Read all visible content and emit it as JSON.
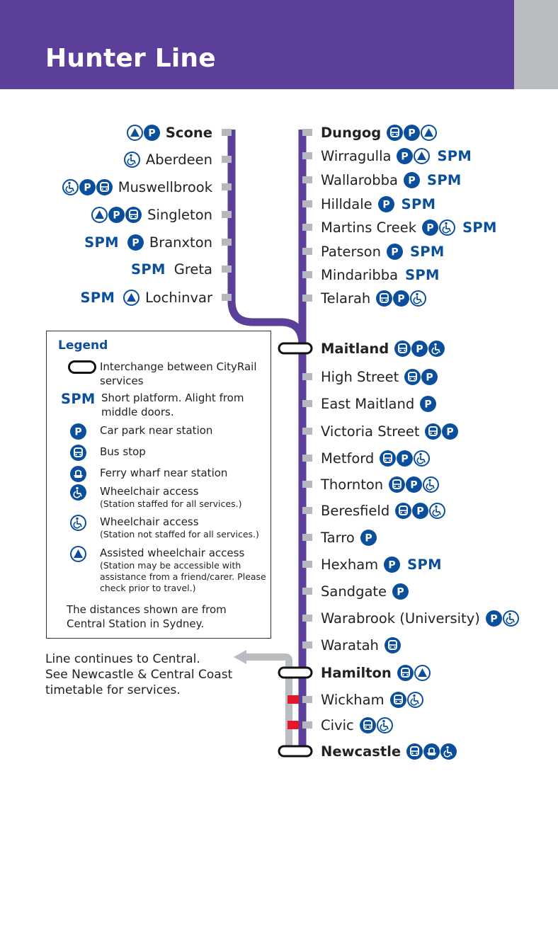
{
  "header": {
    "title": "Hunter Line"
  },
  "colors": {
    "line": "#5b3f9a",
    "connector": "#b9bcc1",
    "tick": "#b5b8bd",
    "icon": "#0b4f9c",
    "platform": "#e3172b"
  },
  "spm_label": "SPM",
  "left_branch": [
    {
      "name": "Scone",
      "bold": true,
      "icons": [
        "assisted-wheelchair",
        "parking"
      ],
      "spm": false
    },
    {
      "name": "Aberdeen",
      "bold": false,
      "icons": [
        "wheelchair-unstaffed"
      ],
      "spm": false
    },
    {
      "name": "Muswellbrook",
      "bold": false,
      "icons": [
        "wheelchair-unstaffed",
        "parking",
        "bus"
      ],
      "spm": false
    },
    {
      "name": "Singleton",
      "bold": false,
      "icons": [
        "assisted-wheelchair",
        "parking",
        "bus"
      ],
      "spm": false
    },
    {
      "name": "Branxton",
      "bold": false,
      "icons": [
        "parking"
      ],
      "spm": true
    },
    {
      "name": "Greta",
      "bold": false,
      "icons": [],
      "spm": true
    },
    {
      "name": "Lochinvar",
      "bold": false,
      "icons": [
        "assisted-wheelchair"
      ],
      "spm": true
    }
  ],
  "main_line": [
    {
      "name": "Dungog",
      "bold": true,
      "icons": [
        "bus",
        "parking",
        "assisted-wheelchair"
      ],
      "spm": false,
      "stop": "tick"
    },
    {
      "name": "Wirragulla",
      "bold": false,
      "icons": [
        "parking",
        "assisted-wheelchair"
      ],
      "spm": true,
      "stop": "tick"
    },
    {
      "name": "Wallarobba",
      "bold": false,
      "icons": [
        "parking"
      ],
      "spm": true,
      "stop": "tick"
    },
    {
      "name": "Hilldale",
      "bold": false,
      "icons": [
        "parking"
      ],
      "spm": true,
      "stop": "tick"
    },
    {
      "name": "Martins Creek",
      "bold": false,
      "icons": [
        "parking",
        "wheelchair-unstaffed"
      ],
      "spm": true,
      "stop": "tick"
    },
    {
      "name": "Paterson",
      "bold": false,
      "icons": [
        "parking"
      ],
      "spm": true,
      "stop": "tick"
    },
    {
      "name": "Mindaribba",
      "bold": false,
      "icons": [],
      "spm": true,
      "stop": "tick"
    },
    {
      "name": "Telarah",
      "bold": false,
      "icons": [
        "bus",
        "parking",
        "wheelchair-unstaffed"
      ],
      "spm": false,
      "stop": "tick"
    },
    {
      "name": "Maitland",
      "bold": true,
      "icons": [
        "bus",
        "parking",
        "wheelchair-staffed"
      ],
      "spm": false,
      "stop": "interchange"
    },
    {
      "name": "High Street",
      "bold": false,
      "icons": [
        "bus",
        "parking"
      ],
      "spm": false,
      "stop": "tick"
    },
    {
      "name": "East Maitland",
      "bold": false,
      "icons": [
        "parking"
      ],
      "spm": false,
      "stop": "tick"
    },
    {
      "name": "Victoria Street",
      "bold": false,
      "icons": [
        "bus",
        "parking"
      ],
      "spm": false,
      "stop": "tick"
    },
    {
      "name": "Metford",
      "bold": false,
      "icons": [
        "bus",
        "parking",
        "wheelchair-unstaffed"
      ],
      "spm": false,
      "stop": "tick"
    },
    {
      "name": "Thornton",
      "bold": false,
      "icons": [
        "bus",
        "parking",
        "wheelchair-unstaffed"
      ],
      "spm": false,
      "stop": "tick"
    },
    {
      "name": "Beresfield",
      "bold": false,
      "icons": [
        "bus",
        "parking",
        "wheelchair-unstaffed"
      ],
      "spm": false,
      "stop": "tick"
    },
    {
      "name": "Tarro",
      "bold": false,
      "icons": [
        "parking"
      ],
      "spm": false,
      "stop": "tick"
    },
    {
      "name": "Hexham",
      "bold": false,
      "icons": [
        "parking"
      ],
      "spm": true,
      "stop": "tick"
    },
    {
      "name": "Sandgate",
      "bold": false,
      "icons": [
        "parking"
      ],
      "spm": false,
      "stop": "tick"
    },
    {
      "name": "Warabrook (University)",
      "bold": false,
      "icons": [
        "parking",
        "wheelchair-unstaffed"
      ],
      "spm": false,
      "stop": "tick"
    },
    {
      "name": "Waratah",
      "bold": false,
      "icons": [
        "bus"
      ],
      "spm": false,
      "stop": "tick"
    },
    {
      "name": "Hamilton",
      "bold": true,
      "icons": [
        "bus",
        "assisted-wheelchair"
      ],
      "spm": false,
      "stop": "interchange"
    },
    {
      "name": "Wickham",
      "bold": false,
      "icons": [
        "bus",
        "wheelchair-unstaffed"
      ],
      "spm": false,
      "stop": "tick"
    },
    {
      "name": "Civic",
      "bold": false,
      "icons": [
        "bus",
        "wheelchair-unstaffed"
      ],
      "spm": false,
      "stop": "tick"
    },
    {
      "name": "Newcastle",
      "bold": true,
      "icons": [
        "bus",
        "ferry",
        "wheelchair-staffed"
      ],
      "spm": false,
      "stop": "interchange"
    }
  ],
  "legend": {
    "title": "Legend",
    "items": [
      {
        "symbol": "interchange",
        "text": "Interchange between CityRail services",
        "sub": ""
      },
      {
        "symbol": "spm",
        "text": "Short platform. Alight from middle doors.",
        "sub": ""
      },
      {
        "symbol": "parking",
        "text": "Car park near station",
        "sub": ""
      },
      {
        "symbol": "bus",
        "text": "Bus stop",
        "sub": ""
      },
      {
        "symbol": "ferry",
        "text": "Ferry wharf near station",
        "sub": ""
      },
      {
        "symbol": "wheelchair-staffed",
        "text": "Wheelchair access",
        "sub": "(Station staffed for all services.)"
      },
      {
        "symbol": "wheelchair-unstaffed",
        "text": "Wheelchair access",
        "sub": "(Station not staffed for all services.)"
      },
      {
        "symbol": "assisted-wheelchair",
        "text": "Assisted wheelchair access",
        "sub": "(Station may be accessible with assistance from a friend/carer. Please check prior to travel.)"
      }
    ],
    "footnote": "The distances shown are from Central Station in Sydney."
  },
  "note": "Line continues to Central.\nSee Newcastle & Central Coast\ntimetable for services."
}
